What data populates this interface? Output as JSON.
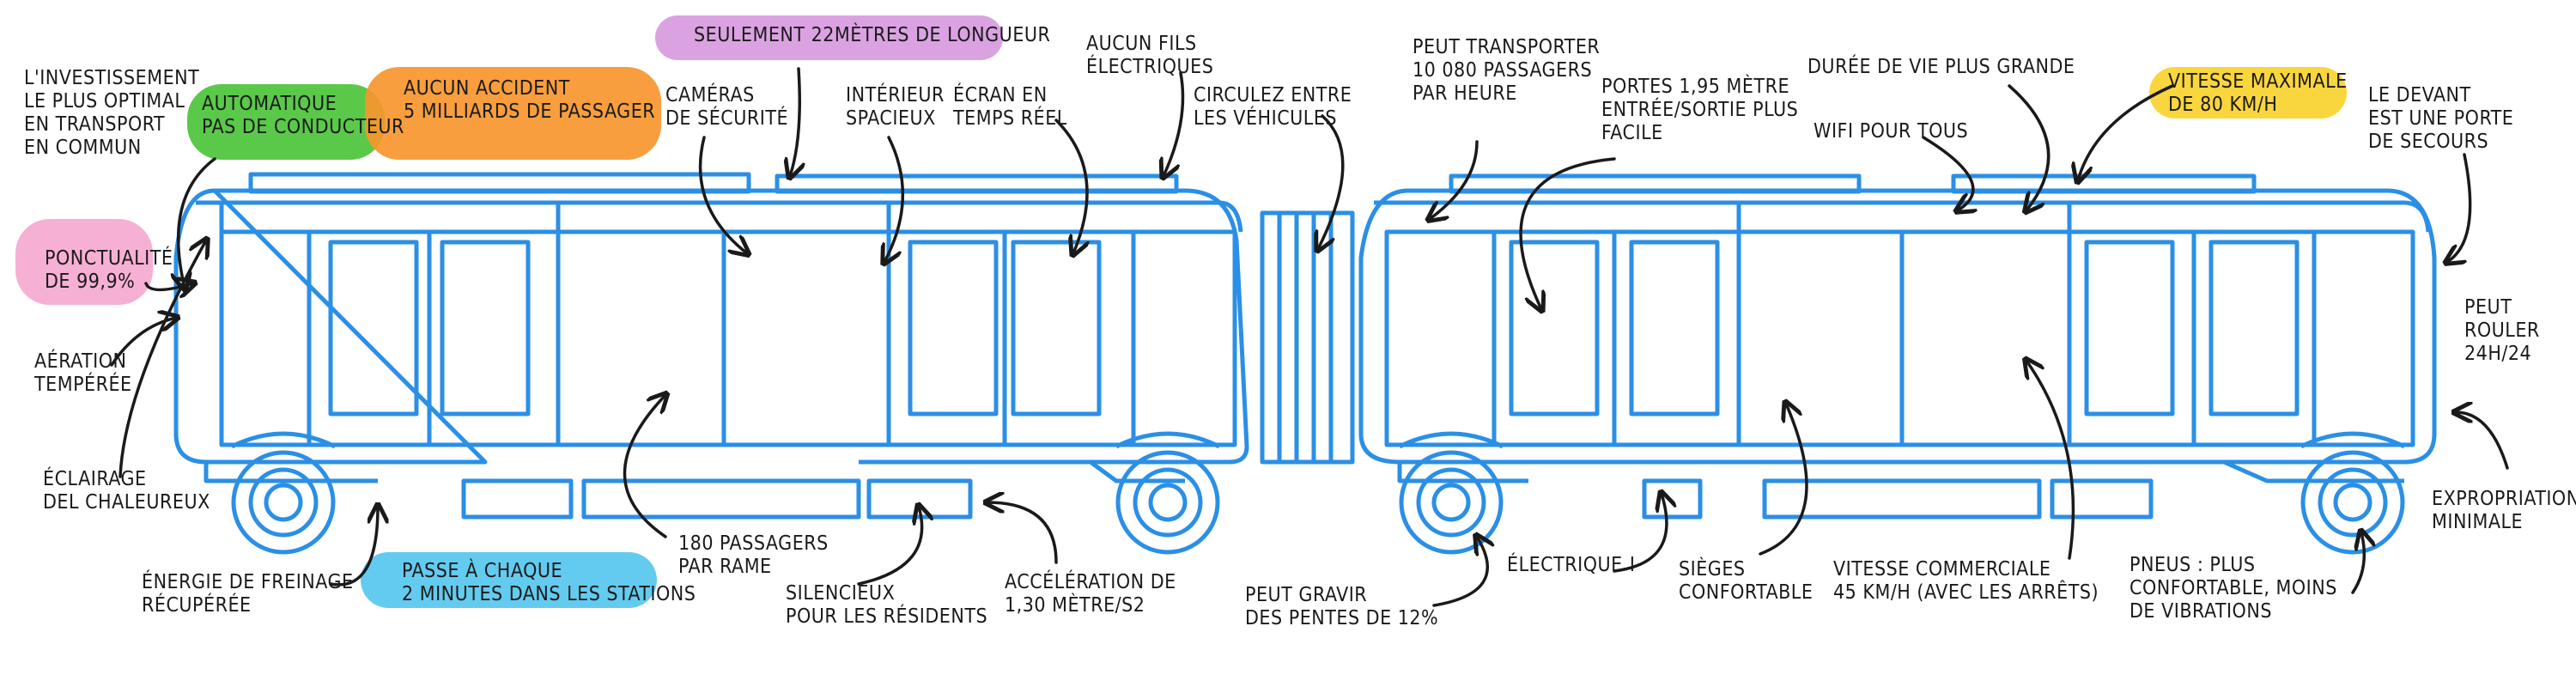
{
  "colors": {
    "tram_stroke": "#2b8fe6",
    "arrow": "#1a1a1a",
    "highlight_green": "#4cc43a",
    "highlight_orange": "#f7962e",
    "highlight_purple": "#d89ae0",
    "highlight_pink": "#f5a9cf",
    "highlight_yellow": "#fad22e",
    "highlight_blue": "#56c7ee"
  },
  "labels": {
    "investissement": "L'investissement\nle plus optimal\nen transport\nen commun",
    "automatique": "Automatique\npas de conducteur",
    "accident": "Aucun accident\n5 milliards de passager",
    "longueur": "Seulement 22mètres de longueur",
    "cameras": "Caméras\nde sécurité",
    "interieur": "Intérieur\nspacieux",
    "ecran": "Écran en\ntemps réel",
    "fils": "Aucun fils\nélectriques",
    "circulez": "Circulez entre\nles véhicules",
    "transporter": "Peut transporter\n10 080 passagers\npar heure",
    "portes": "Portes 1,95 mètre\nentrée/sortie plus\nfacile",
    "duree": "Durée de vie plus grande",
    "wifi": "Wifi pour tous",
    "vitesse_max": "Vitesse maximale\nde 80 km/h",
    "devant": "Le devant\nest une porte\nde secours",
    "ponctualite": "Ponctualité\nde 99,9%",
    "aeration": "Aération\ntempérée",
    "rouler": "Peut rouler\n24h/24",
    "eclairage": "Éclairage\nDEL chaleureux",
    "freinage": "Énergie de freinage\nrécupérée",
    "passe": "Passe à chaque\n2 minutes dans les stations",
    "passagers": "180 passagers\npar rame",
    "silencieux": "Silencieux\npour les résidents",
    "acceleration": "Accélération de\n1,30 mètre/s2",
    "pentes": "Peut gravir\ndes pentes de 12%",
    "electrique": "Électrique !",
    "sieges": "Sièges\nconfortable",
    "vitesse_com": "Vitesse commerciale\n45 km/h (avec les arrêts)",
    "pneus": "Pneus : plus\nconfortable, moins\nde vibrations",
    "expropriation": "Expropriation\nminimale"
  }
}
